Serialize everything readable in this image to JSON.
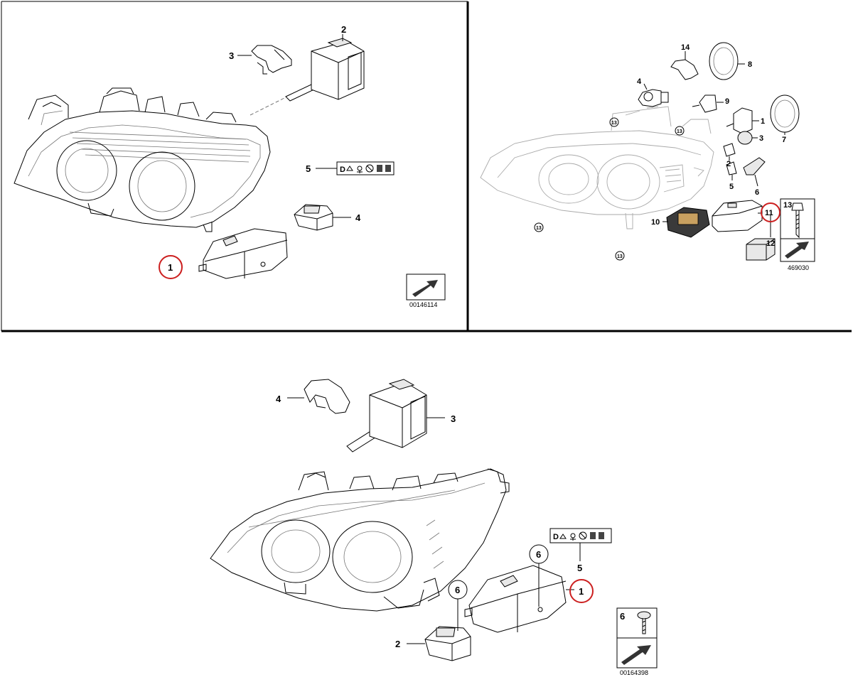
{
  "panel_tl": {
    "labels": {
      "p1": "1",
      "p2": "2",
      "p3": "3",
      "p4": "4",
      "p5": "5"
    },
    "drawing_no": "00146114"
  },
  "panel_tr": {
    "labels": {
      "p1": "1",
      "p2": "2",
      "p3": "3",
      "p4": "4",
      "p5": "5",
      "p6": "6",
      "p7": "7",
      "p8": "8",
      "p9": "9",
      "p10": "10",
      "p11": "11",
      "p12": "12",
      "p13": "13",
      "p14": "14"
    },
    "ref13": "13",
    "drawing_no": "469030"
  },
  "panel_bottom": {
    "labels": {
      "p1": "1",
      "p2": "2",
      "p3": "3",
      "p4": "4",
      "p5": "5",
      "p6": "6"
    },
    "drawing_no": "00164398"
  },
  "warning_label": {
    "text": "D"
  },
  "colors": {
    "highlight": "#cc2020",
    "line": "#000000",
    "faint": "#aaaaaa"
  }
}
